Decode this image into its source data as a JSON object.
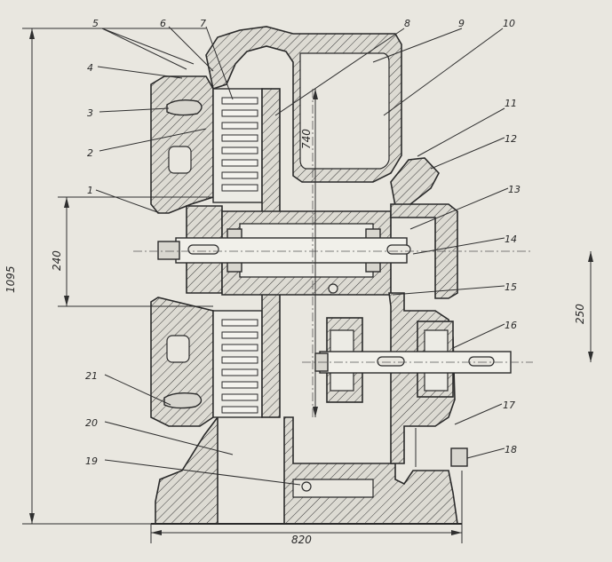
{
  "callouts": [
    {
      "n": "1",
      "label": "1"
    },
    {
      "n": "2",
      "label": "2"
    },
    {
      "n": "3",
      "label": "3"
    },
    {
      "n": "4",
      "label": "4"
    },
    {
      "n": "5",
      "label": "5"
    },
    {
      "n": "6",
      "label": "6"
    },
    {
      "n": "7",
      "label": "7"
    },
    {
      "n": "8",
      "label": "8"
    },
    {
      "n": "9",
      "label": "9"
    },
    {
      "n": "10",
      "label": "10"
    },
    {
      "n": "11",
      "label": "11"
    },
    {
      "n": "12",
      "label": "12"
    },
    {
      "n": "13",
      "label": "13"
    },
    {
      "n": "14",
      "label": "14"
    },
    {
      "n": "15",
      "label": "15"
    },
    {
      "n": "16",
      "label": "16"
    },
    {
      "n": "17",
      "label": "17"
    },
    {
      "n": "18",
      "label": "18"
    },
    {
      "n": "19",
      "label": "19"
    },
    {
      "n": "20",
      "label": "20"
    },
    {
      "n": "21",
      "label": "21"
    }
  ],
  "dimensions": {
    "overall_height": "1095",
    "shaft_span": "240",
    "stator_span": "740",
    "output_offset": "250",
    "overall_width": "820"
  }
}
